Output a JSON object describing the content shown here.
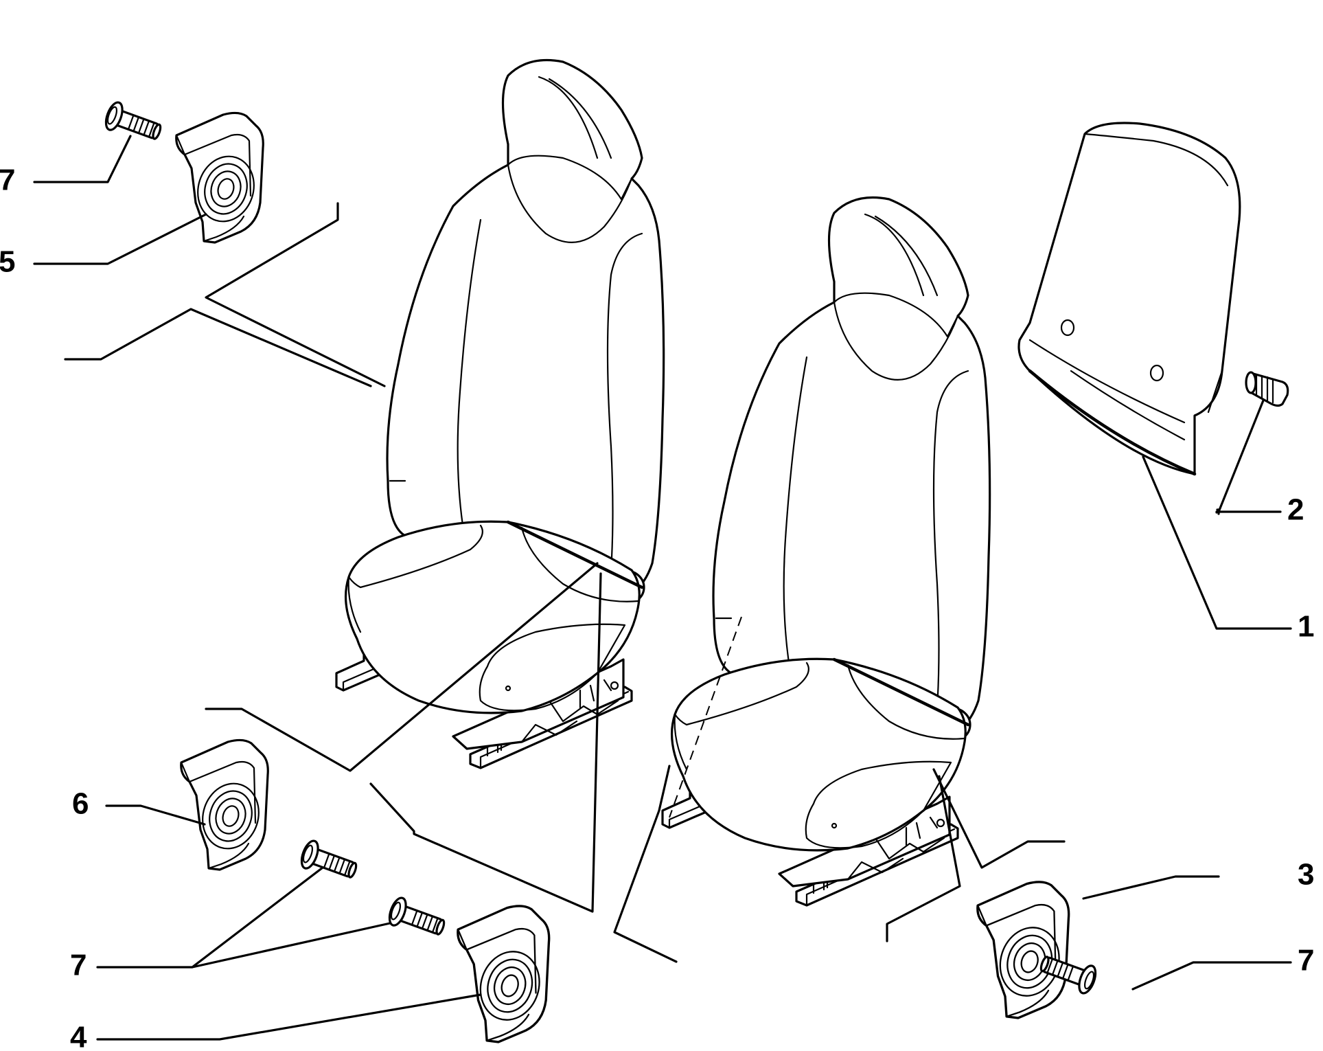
{
  "callouts": [
    {
      "id": "c7a",
      "text": "7"
    },
    {
      "id": "c5",
      "text": "5"
    },
    {
      "id": "c2",
      "text": "2"
    },
    {
      "id": "c1",
      "text": "1"
    },
    {
      "id": "c6",
      "text": "6"
    },
    {
      "id": "c3",
      "text": "3"
    },
    {
      "id": "c7b",
      "text": "7"
    },
    {
      "id": "c7c",
      "text": "7"
    },
    {
      "id": "c4",
      "text": "4"
    }
  ]
}
